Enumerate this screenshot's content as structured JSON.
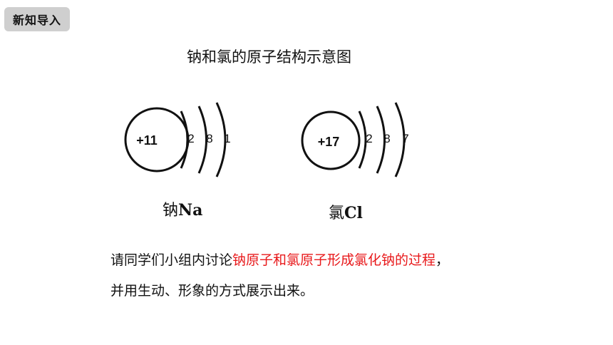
{
  "badge": "新知导入",
  "title": "钠和氯的原子结构示意图",
  "atoms": [
    {
      "nucleus": "+11",
      "shells": [
        "2",
        "8",
        "1"
      ],
      "name": "钠",
      "symbol": "Na"
    },
    {
      "nucleus": "+17",
      "shells": [
        "2",
        "8",
        "7"
      ],
      "name": "氯",
      "symbol": "Cl"
    }
  ],
  "task": {
    "line1_prefix": "请同学们小组内讨论",
    "line1_highlight": "钠原子和氯原子形成氯化钠的过程",
    "line1_suffix": "，",
    "line2": "并用生动、形象的方式展示出来。"
  },
  "colors": {
    "highlight": "#e8191b",
    "badge_bg": "#cfcfcf"
  }
}
